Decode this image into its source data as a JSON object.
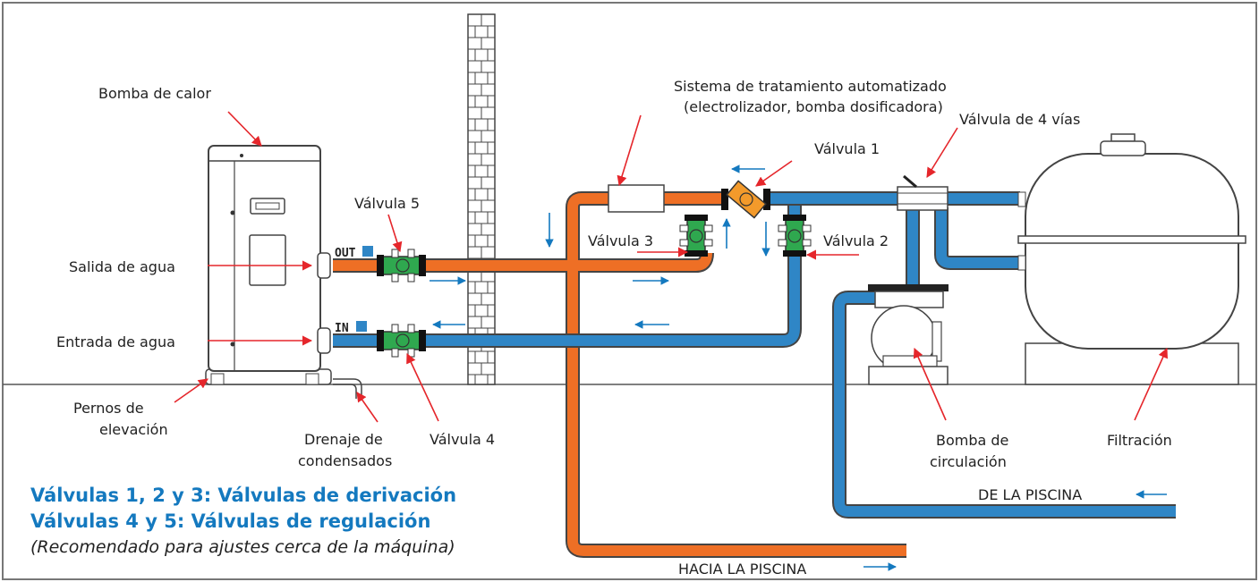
{
  "labels": {
    "heat_pump": "Bomba de calor",
    "water_out": "Salida de agua",
    "water_in": "Entrada de agua",
    "lift_bolts_1": "Pernos de",
    "lift_bolts_2": "elevación",
    "condensate_1": "Drenaje de",
    "condensate_2": "condensados",
    "valve_1": "Válvula 1",
    "valve_2": "Válvula 2",
    "valve_3": "Válvula 3",
    "valve_4": "Válvula 4",
    "valve_5": "Válvula 5",
    "valve_4way": "Válvula de 4 vías",
    "treatment_1": "Sistema de tratamiento automatizado",
    "treatment_2": "(electrolizador, bomba dosificadora)",
    "circ_pump_1": "Bomba de",
    "circ_pump_2": "circulación",
    "filtration": "Filtración",
    "from_pool": "DE LA PISCINA",
    "to_pool": "HACIA LA PISCINA",
    "out_tag": "OUT",
    "in_tag": "IN"
  },
  "legend": {
    "line1": "Válvulas 1, 2 y 3: Válvulas de derivación",
    "line2": "Válvulas 4 y 5: Válvulas de regulación",
    "line3": "(Recomendado para ajustes cerca de la máquina)"
  },
  "colors": {
    "hot_pipe": "#ee6f25",
    "cold_pipe": "#2f86c6",
    "flow_arrow": "#1479bf",
    "pointer": "#e5262b",
    "valve_green": "#2fa84f",
    "valve_orange": "#f39a2b"
  }
}
